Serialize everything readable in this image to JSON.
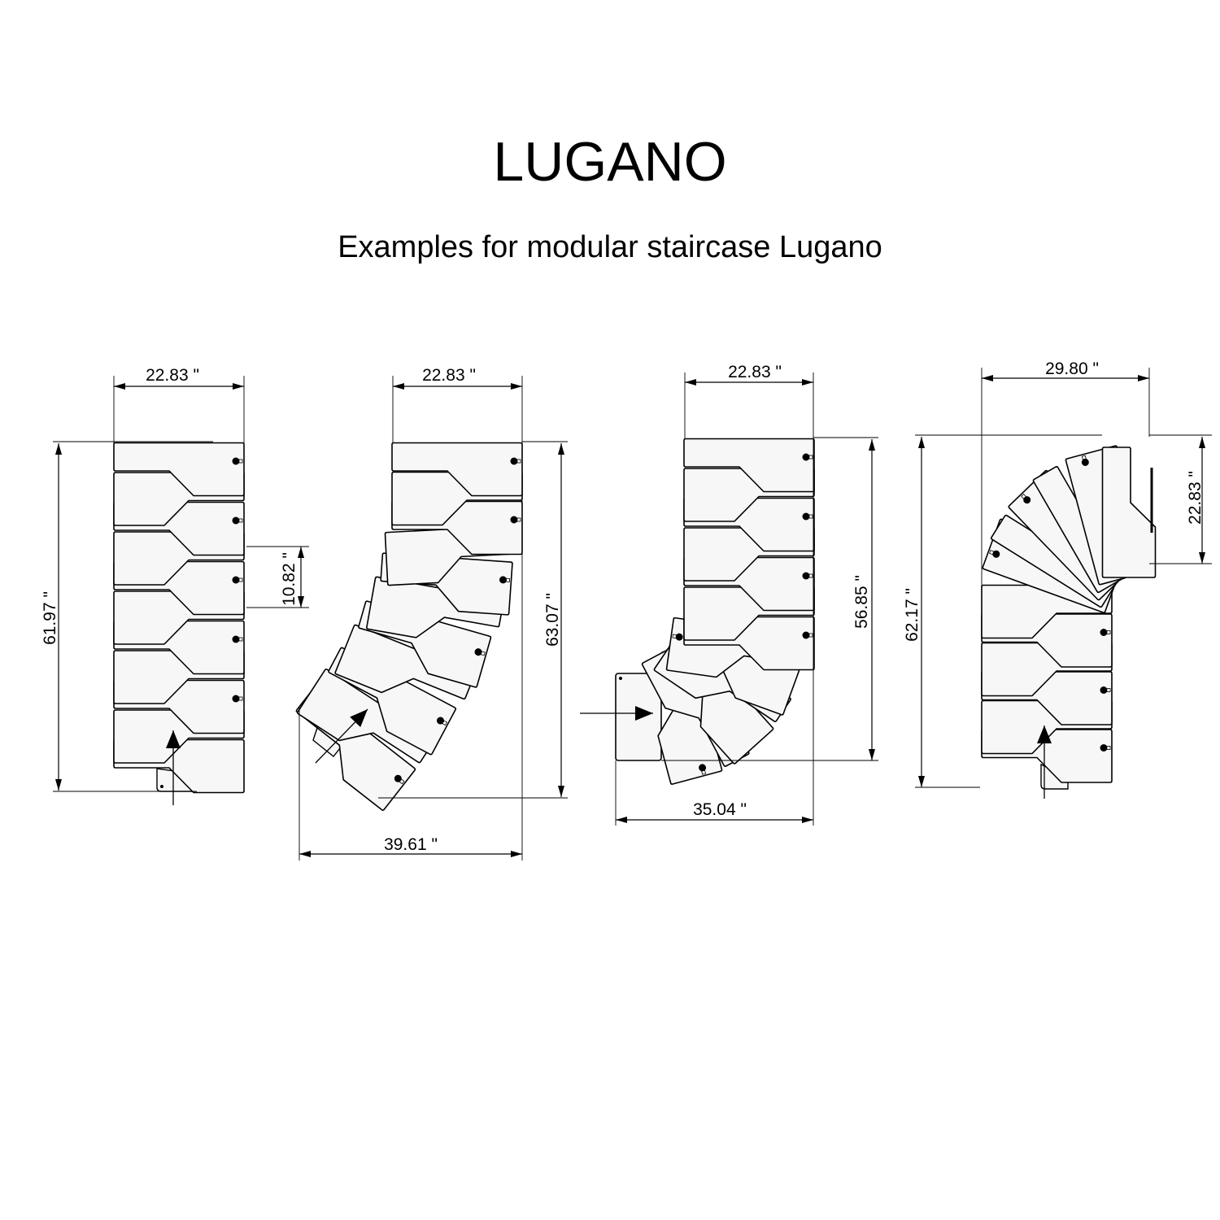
{
  "title": "LUGANO",
  "subtitle": "Examples for modular staircase Lugano",
  "examples": [
    {
      "width": "22.83 \"",
      "height": "61.97 \"",
      "step_rise": "10.82 \""
    },
    {
      "width": "22.83 \"",
      "height": "63.07 \"",
      "overall_width": "39.61 \""
    },
    {
      "width": "22.83 \"",
      "height": "56.85 \"",
      "overall_width": "35.04 \""
    },
    {
      "width": "29.80 \"",
      "height": "62.17 \"",
      "top_depth": "22.83 \""
    }
  ],
  "colors": {
    "line": "#000000",
    "tread_fill": "#f7f7f7"
  }
}
